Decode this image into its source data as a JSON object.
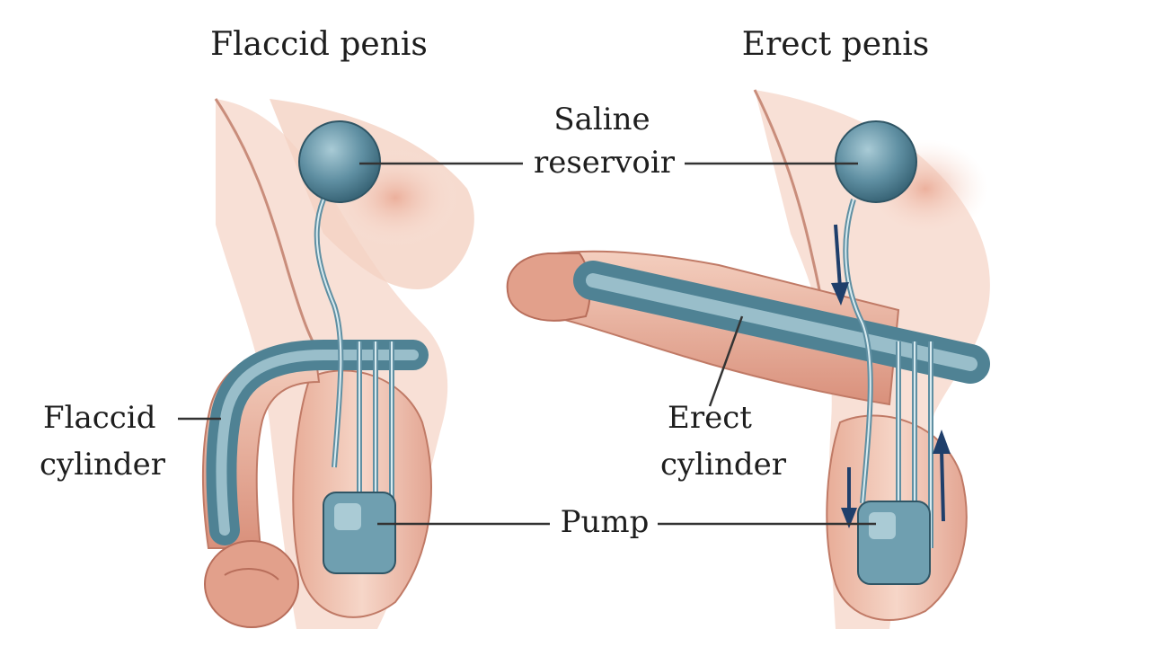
{
  "titles": {
    "left": "Flaccid penis",
    "right": "Erect penis"
  },
  "labels": {
    "reservoir_line1": "Saline",
    "reservoir_line2": "reservoir",
    "flaccid_line1": "Flaccid",
    "flaccid_line2": "cylinder",
    "erect_line1": "Erect",
    "erect_line2": "cylinder",
    "pump": "Pump"
  },
  "colors": {
    "skin": "#f2c9b8",
    "skin_dark": "#d99a86",
    "device_blue": "#6f9fb0",
    "device_blue_dark": "#3f6f82",
    "leader_line": "#333333"
  }
}
